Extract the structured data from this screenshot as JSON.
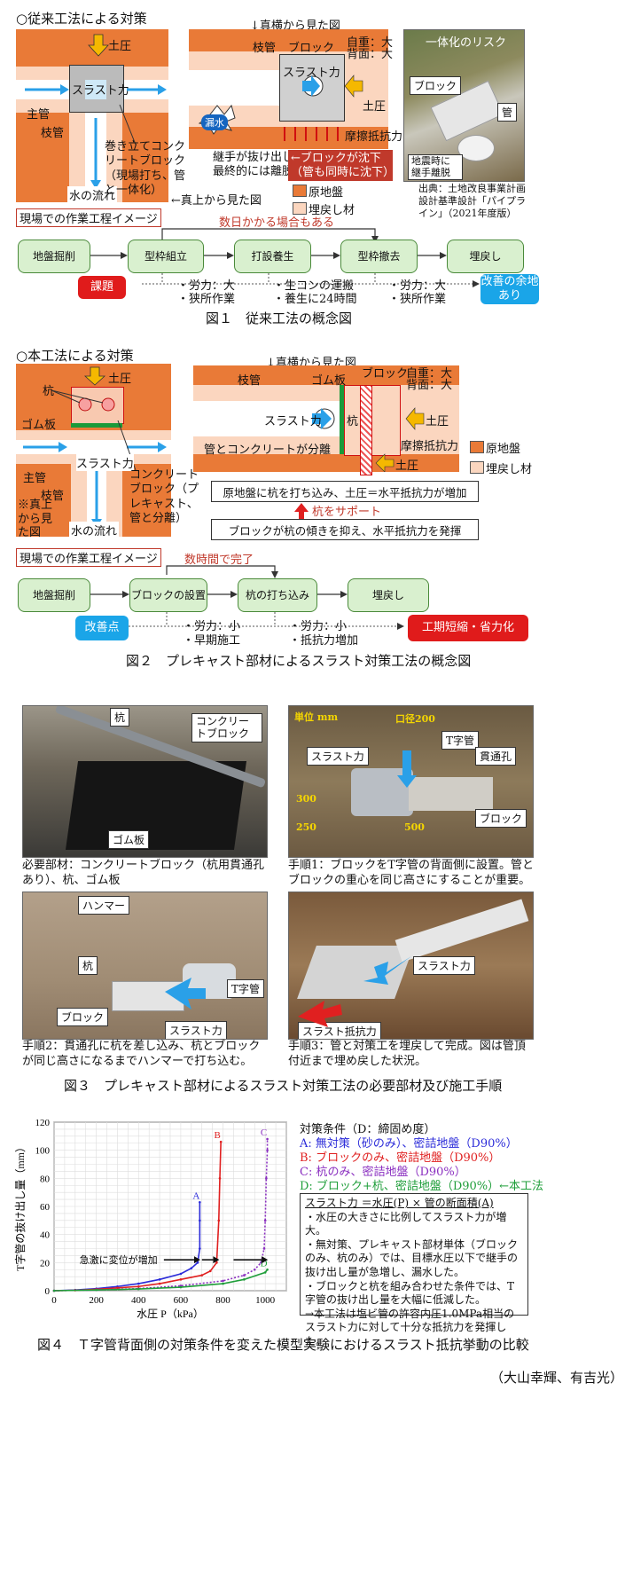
{
  "fig1": {
    "section_title": "○従来工法による対策",
    "side_label_top": "土圧",
    "thrust_label": "スラスト力",
    "main_pipe": "主管",
    "branch_pipe": "枝管",
    "callout_block": "巻き立てコンクリートブロック（現場打ち、管と一体化）",
    "water_flow": "水の流れ",
    "top_view": "←真上から見た図",
    "side_view": "↓真横から見た図",
    "sv_branch": "枝管",
    "sv_block": "ブロック",
    "sv_selfweight": "自重：大",
    "sv_backpressure": "背面：大",
    "sv_thrust": "スラスト力",
    "sv_earth": "土圧",
    "sv_friction": "摩擦抵抗力",
    "sv_leak": "漏水",
    "sv_joint": "継手が抜け出し最終的には離脱",
    "sv_sink": "←ブロックが沈下（管も同時に沈下）",
    "legend_native": "原地盤",
    "legend_backfill": "埋戻し材",
    "photo_title": "一体化のリスク",
    "photo_block": "ブロック",
    "photo_pipe": "管",
    "photo_quake": "地震時に継手離脱",
    "photo_source": "出典：土地改良事業計画設計基準設計「パイプライン」（2021年度版）",
    "work_title": "現場での作業工程イメージ",
    "days_note": "数日かかる場合もある",
    "steps": [
      "地盤掘削",
      "型枠組立",
      "打設養生",
      "型枠撤去",
      "埋戻し"
    ],
    "issue": "課題",
    "issue_notes": [
      "・労力：大",
      "・狭所作業",
      "・生コンの運搬",
      "・養生に24時間",
      "・労力：大",
      "・狭所作業"
    ],
    "improve": "改善の余地あり",
    "caption": "図１　従来工法の概念図"
  },
  "fig2": {
    "section_title": "○本工法による対策",
    "earth": "土圧",
    "pile": "杭",
    "rubber": "ゴム板",
    "thrust": "スラスト力",
    "main_pipe": "主管",
    "branch_pipe": "枝管",
    "top_note": "※真上から見た図",
    "concrete_callout": "コンクリートブロック（プレキャスト、管と分離）",
    "water_flow": "水の流れ",
    "side_view": "↓真横から見た図",
    "sv_branch": "枝管",
    "sv_rubber": "ゴム板",
    "sv_block": "ブロック",
    "sv_selfweight": "自重：大",
    "sv_backpressure": "背面：大",
    "sv_thrust": "スラスト力",
    "sv_pile": "杭",
    "sv_earth": "土圧",
    "sv_friction": "摩擦抵抗力",
    "sv_earth2": "土圧",
    "sv_separate": "管とコンクリートが分離",
    "legend_native": "原地盤",
    "legend_backfill": "埋戻し材",
    "explain1": "原地盤に杭を打ち込み、土圧＝水平抵抗力が増加",
    "support": "杭をサポート",
    "explain2": "ブロックが杭の傾きを抑え、水平抵抗力を発揮",
    "work_title": "現場での作業工程イメージ",
    "hours_note": "数時間で完了",
    "steps": [
      "地盤掘削",
      "ブロックの設置",
      "杭の打ち込み",
      "埋戻し"
    ],
    "improve": "改善点",
    "notes": [
      "・労力：小",
      "・早期施工",
      "・労力：小",
      "・抵抗力増加"
    ],
    "result": "工期短縮・省力化",
    "caption": "図２　プレキャスト部材によるスラスト対策工法の概念図"
  },
  "fig3": {
    "p1": {
      "pile": "杭",
      "block": "コンクリートブロック",
      "rubber": "ゴム板",
      "desc": "必要部材：コンクリートブロック（杭用貫通孔あり）、杭、ゴム板"
    },
    "p2": {
      "unit": "単位 mm",
      "diam": "口径200",
      "tpipe": "T字管",
      "thrust": "スラスト力",
      "hole": "貫通孔",
      "block": "ブロック",
      "d300": "300",
      "d250": "250",
      "d500": "500",
      "desc": "手順1：ブロックをT字管の背面側に設置。管とブロックの重心を同じ高さにすることが重要。"
    },
    "p3": {
      "hammer": "ハンマー",
      "pile": "杭",
      "tpipe": "T字管",
      "block": "ブロック",
      "thrust": "スラスト力",
      "desc": "手順2：貫通孔に杭を差し込み、杭とブロックが同じ高さになるまでハンマーで打ち込む。"
    },
    "p4": {
      "thrust": "スラスト力",
      "resist": "スラスト抵抗力",
      "desc": "手順3：管と対策工を埋戻して完成。図は管頂付近まで埋め戻した状況。"
    },
    "caption": "図３　プレキャスト部材によるスラスト対策工法の必要部材及び施工手順"
  },
  "fig4": {
    "legend_title": "対策条件（D：締固め度）",
    "legend": [
      {
        "text": "A: 無対策（砂のみ）、密詰地盤（D90%）",
        "color": "#2b2bd9"
      },
      {
        "text": "B: ブロックのみ、密詰地盤（D90%）",
        "color": "#e02020"
      },
      {
        "text": "C: 杭のみ、密詰地盤（D90%）",
        "color": "#8a2fc0"
      },
      {
        "text": "D: ブロック+杭、密詰地盤（D90%）←本工法",
        "color": "#1f9e3a"
      }
    ],
    "note_title": "スラスト力 ＝水圧(P) × 管の断面積(A)",
    "notes": [
      "・水圧の大きさに比例してスラスト力が増大。",
      "・無対策、プレキャスト部材単体（ブロックのみ、杭のみ）では、目標水圧以下で継手の抜け出し量が急増し、漏水した。",
      "・ブロックと杭を組み合わせた条件では、T字管の抜け出し量を大幅に低減した。",
      "→本工法は塩ビ管の許容内圧1.0MPa相当のスラスト力に対して十分な抵抗力を発揮した。"
    ],
    "annotation": "急激に変位が増加",
    "caption": "図４　Ｔ字管背面側の対策条件を変えた模型実験におけるスラスト抵抗挙動の比較"
  },
  "chart_data": {
    "type": "line",
    "xlabel": "水圧 P（kPa）",
    "ylabel": "T字管の抜け出し量（mm）",
    "xlim": [
      0,
      1100
    ],
    "ylim": [
      0,
      120
    ],
    "xticks": [
      0,
      200,
      400,
      600,
      800,
      1000
    ],
    "yticks": [
      0,
      20,
      40,
      60,
      80,
      100,
      120
    ],
    "grid": true,
    "series": [
      {
        "name": "A",
        "color": "#2b2bd9",
        "x": [
          0,
          100,
          200,
          300,
          400,
          500,
          600,
          650,
          680,
          690,
          690,
          690
        ],
        "y": [
          0,
          0.5,
          1.5,
          3,
          5,
          8,
          12,
          16,
          20,
          30,
          50,
          63
        ]
      },
      {
        "name": "B",
        "color": "#e02020",
        "x": [
          0,
          100,
          200,
          300,
          400,
          500,
          600,
          700,
          740,
          770,
          780,
          785,
          790
        ],
        "y": [
          0,
          0.3,
          1,
          2,
          3,
          5,
          8,
          11,
          14,
          20,
          50,
          80,
          106
        ]
      },
      {
        "name": "C",
        "color": "#8a2fc0",
        "x": [
          0,
          200,
          400,
          600,
          800,
          900,
          950,
          980,
          995,
          1000,
          1005,
          1010,
          1010
        ],
        "y": [
          0,
          0.5,
          1.5,
          3.5,
          7,
          11,
          15,
          20,
          30,
          50,
          80,
          100,
          108
        ]
      },
      {
        "name": "D",
        "color": "#1f9e3a",
        "x": [
          0,
          200,
          400,
          600,
          800,
          900,
          1000,
          1010
        ],
        "y": [
          0,
          0.5,
          1.2,
          2.5,
          5,
          8,
          13,
          15
        ]
      }
    ]
  },
  "credit": "（大山幸輝、有吉光）"
}
